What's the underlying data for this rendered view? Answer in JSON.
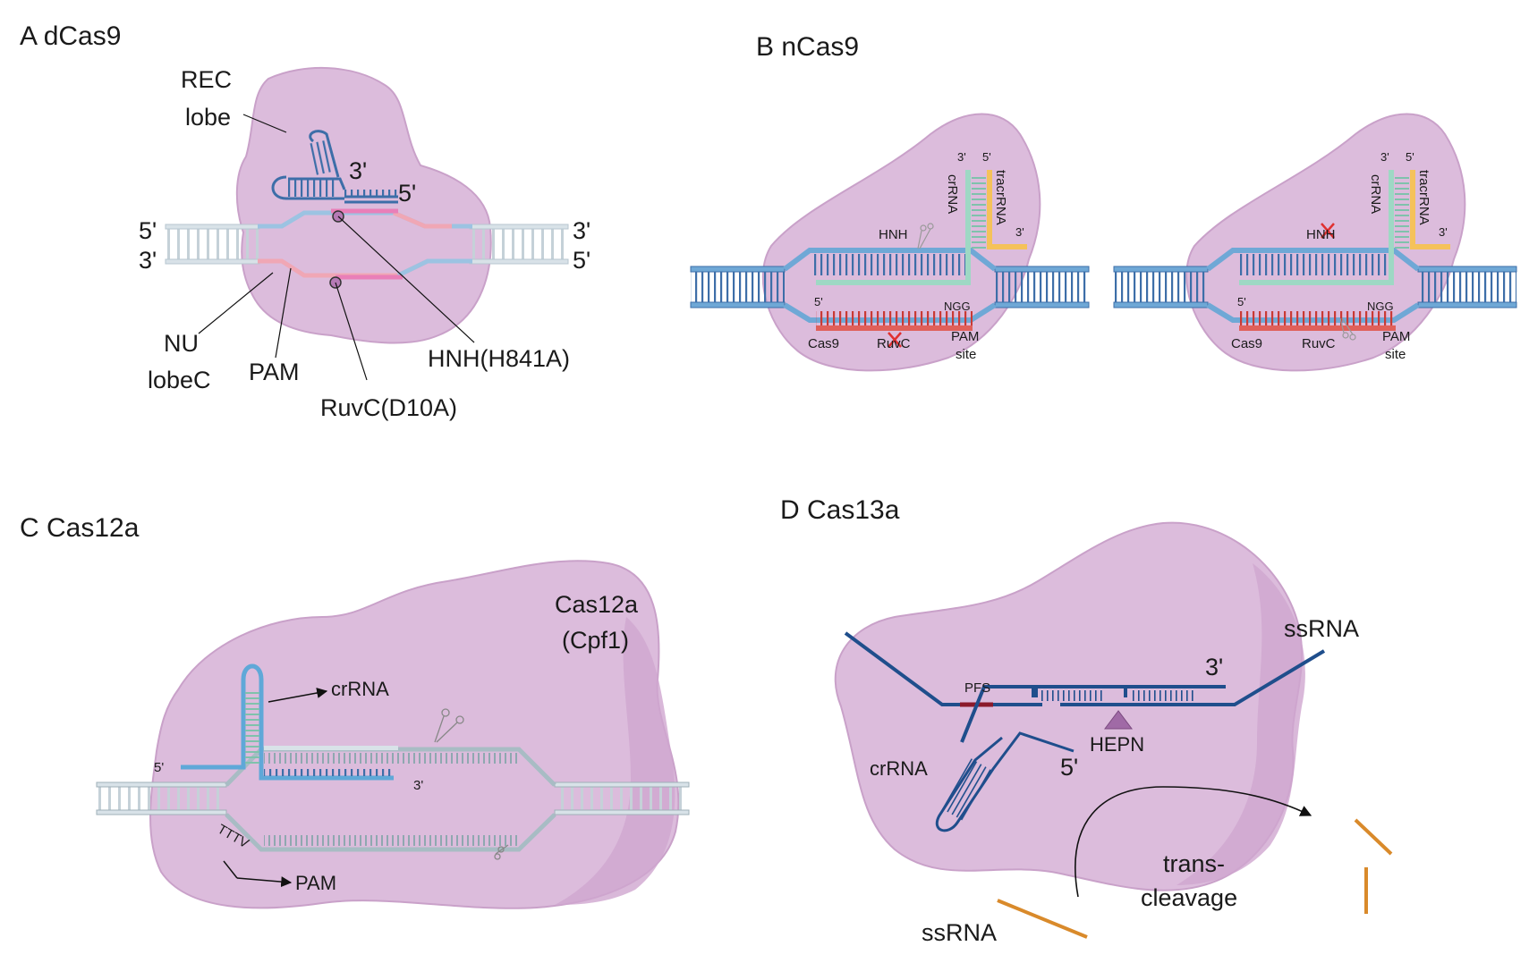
{
  "panels": {
    "a": {
      "title": "A  dCas9",
      "rec": "REC",
      "lobe": "lobe",
      "three_prime_rna": "3'",
      "five_prime_rna": "5'",
      "left_top": "5'",
      "left_bottom": "3'",
      "right_top": "3'",
      "right_bottom": "5'",
      "nuc": "NU",
      "lobec": "lobeC",
      "pam": "PAM",
      "hnh": "HNH(H841A)",
      "ruvc": "RuvC(D10A)"
    },
    "b": {
      "title": "B  nCas9",
      "diagrams": [
        {
          "three": "3'",
          "five": "5'",
          "crrna": "crRNA",
          "tracrrna": "tracrRNA",
          "tracr3": "3'",
          "hnh": "HNH",
          "dna5": "5'",
          "ngg": "NGG",
          "cas9": "Cas9",
          "ruvc": "RuvC",
          "pam": "PAM",
          "site": "site"
        },
        {
          "three": "3'",
          "five": "5'",
          "crrna": "crRNA",
          "tracrrna": "tracrRNA",
          "tracr3": "3'",
          "hnh": "HNH",
          "dna5": "5'",
          "ngg": "NGG",
          "cas9": "Cas9",
          "ruvc": "RuvC",
          "pam": "PAM",
          "site": "site"
        }
      ]
    },
    "c": {
      "title": "C Cas12a",
      "protein": "Cas12a",
      "protein_alt": "(Cpf1)",
      "crrna": "crRNA",
      "five": "5'",
      "three": "3'",
      "tttv": "TTTV",
      "pam": "PAM"
    },
    "d": {
      "title": "D Cas13a",
      "ssrna_top": "ssRNA",
      "pfs": "PFS",
      "three": "3'",
      "hepn": "HEPN",
      "crrna": "crRNA",
      "five": "5'",
      "trans1": "trans-",
      "trans2": "cleavage",
      "ssrna_bottom": "ssRNA"
    }
  },
  "colors": {
    "protein": "#dcbcdc",
    "protein_edge": "#c9a1c9",
    "dna_blue": "#6fa8d6",
    "dna_grey": "#d8e2e8",
    "rna_green": "#9ed8c4",
    "rna_yellow": "#f5c25a",
    "pam_red": "#e0605a",
    "pink": "#e97fb8",
    "navy": "#1f4e8c",
    "orange": "#d98a2b",
    "maroon": "#8b1a2b",
    "knockout": "#e03030"
  }
}
